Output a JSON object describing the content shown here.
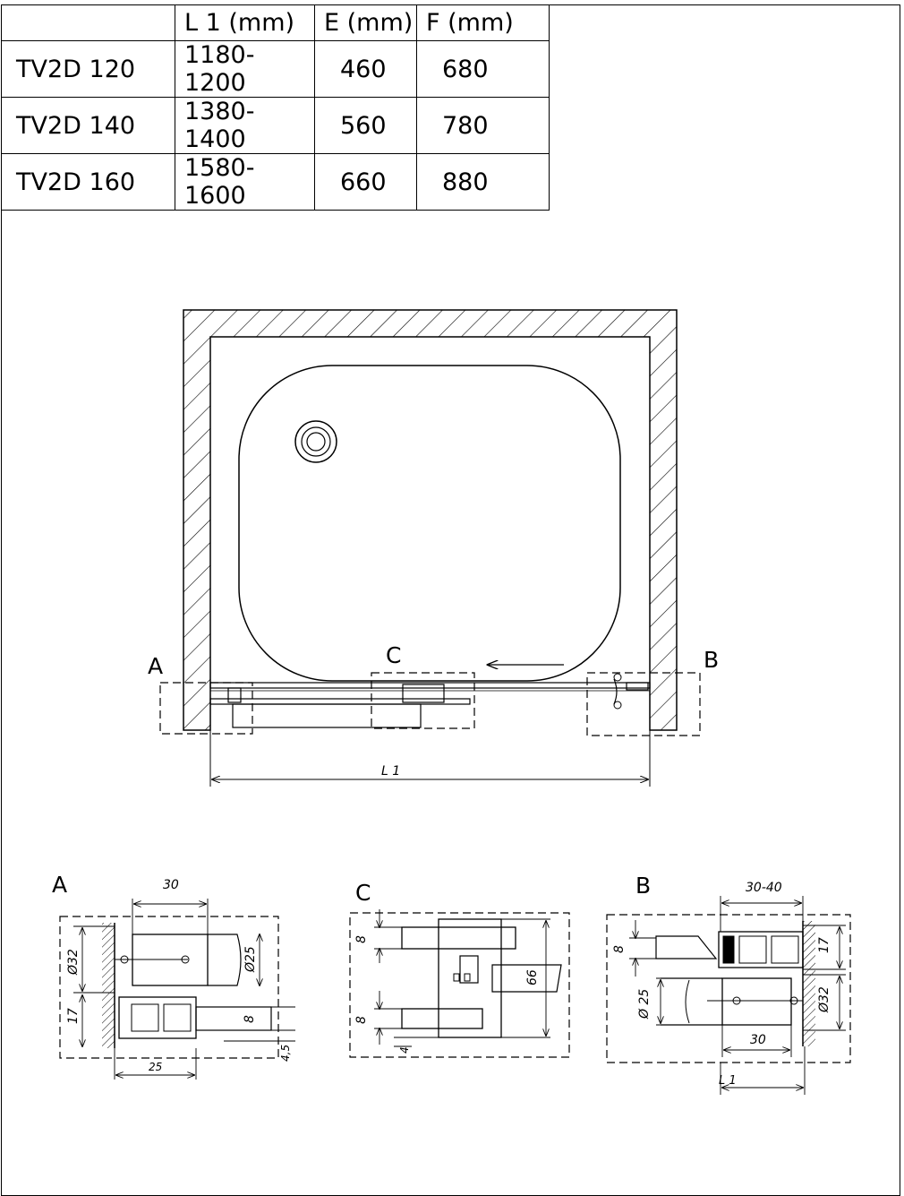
{
  "table": {
    "headers": [
      "",
      "L 1 (mm)",
      "E (mm)",
      "F (mm)"
    ],
    "rows": [
      {
        "model": "TV2D 120",
        "l1": "1180-1200",
        "e": "460",
        "f": "680"
      },
      {
        "model": "TV2D 140",
        "l1": "1380-1400",
        "e": "560",
        "f": "780"
      },
      {
        "model": "TV2D 160",
        "l1": "1580-1600",
        "e": "660",
        "f": "880"
      }
    ]
  },
  "plan": {
    "label_a": "A",
    "label_b": "B",
    "label_c": "C",
    "dim_l1": "L 1"
  },
  "detail_a": {
    "title": "A",
    "dim_30": "30",
    "dim_d32": "Ø32",
    "dim_d25": "Ø25",
    "dim_17": "17",
    "dim_8": "8",
    "dim_25": "25",
    "dim_45": "4,5"
  },
  "detail_c": {
    "title": "C",
    "dim_8_top": "8",
    "dim_8_bottom": "8",
    "dim_4": "4",
    "dim_66": "66"
  },
  "detail_b": {
    "title": "B",
    "dim_3040": "30-40",
    "dim_8": "8",
    "dim_17": "17",
    "dim_d25": "Ø 25",
    "dim_d32": "Ø32",
    "dim_30": "30",
    "dim_l1": "L 1"
  }
}
